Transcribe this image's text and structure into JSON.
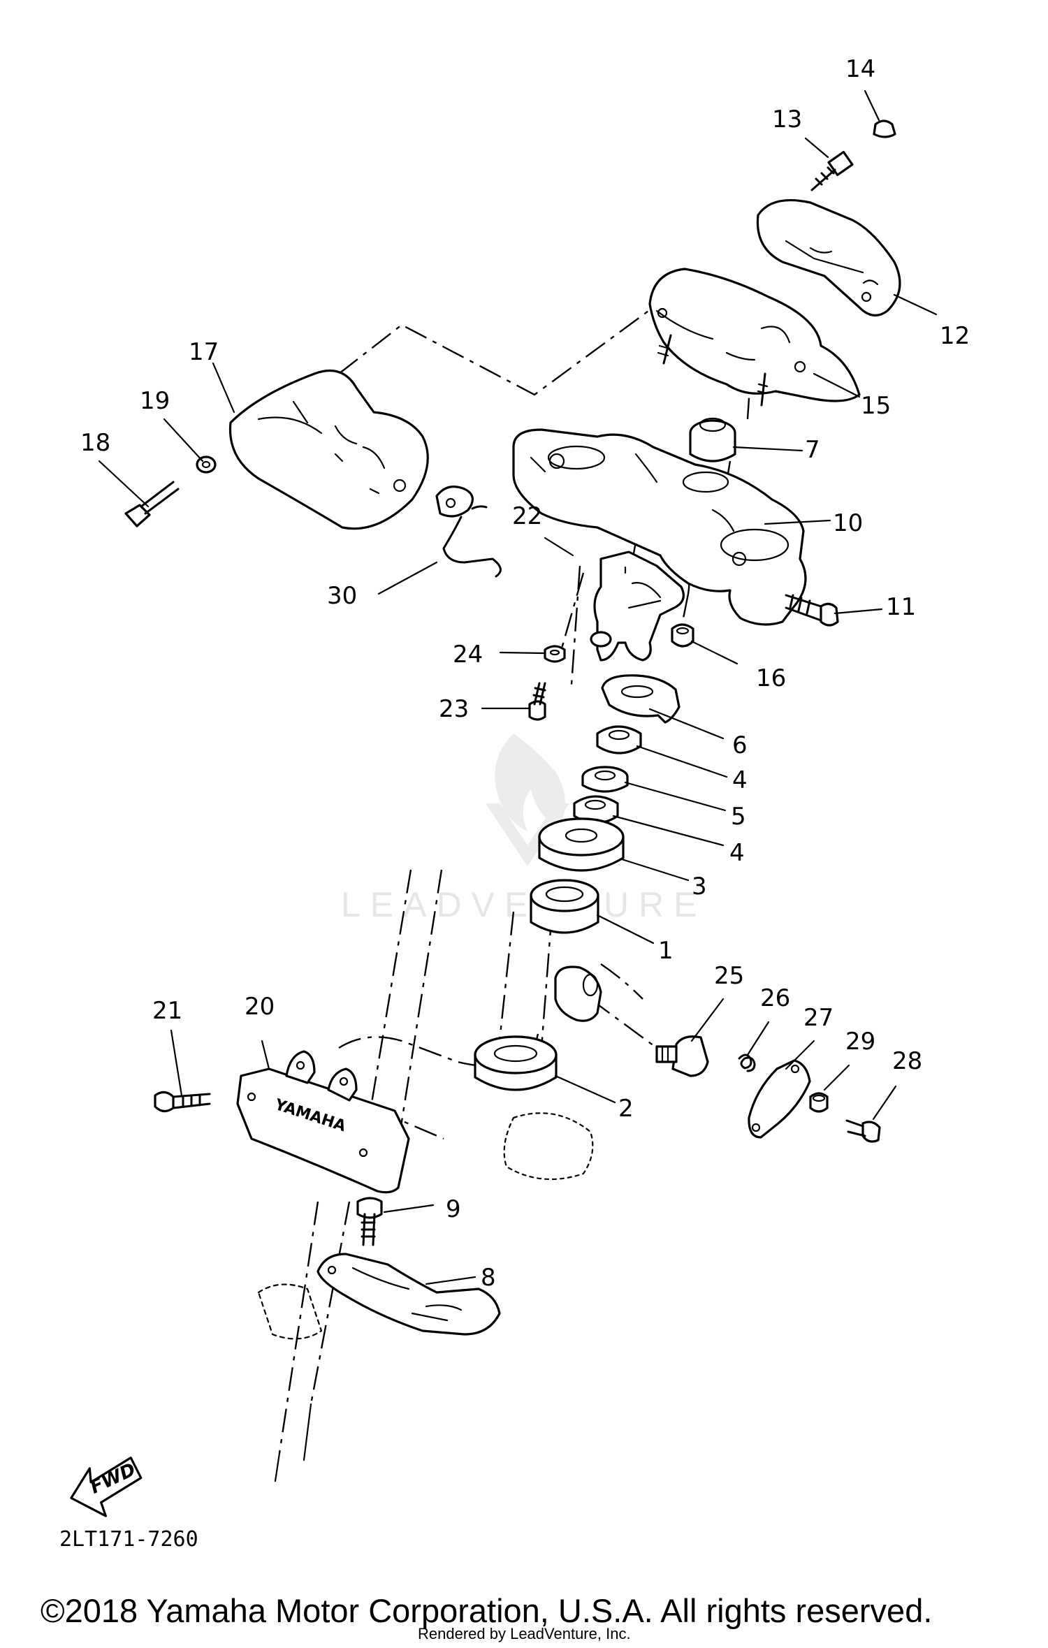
{
  "diagram": {
    "reference_code": "2LT171-7260",
    "copyright": "©2018 Yamaha Motor Corporation, U.S.A. All rights reserved.",
    "rendered_by": "Rendered by LeadVenture, Inc.",
    "watermark": "LEADVENTURE",
    "fwd_label": "FWD",
    "brand_mark": "YAMAHA",
    "callouts": {
      "c1": "1",
      "c2": "2",
      "c3": "3",
      "c4a": "4",
      "c4b": "4",
      "c5": "5",
      "c6": "6",
      "c7": "7",
      "c8": "8",
      "c9": "9",
      "c10": "10",
      "c11": "11",
      "c12": "12",
      "c13": "13",
      "c14": "14",
      "c15": "15",
      "c16": "16",
      "c17": "17",
      "c18": "18",
      "c19": "19",
      "c20": "20",
      "c21": "21",
      "c22": "22",
      "c23": "23",
      "c24": "24",
      "c25": "25",
      "c26": "26",
      "c27": "27",
      "c28": "28",
      "c29": "29",
      "c30": "30"
    }
  }
}
